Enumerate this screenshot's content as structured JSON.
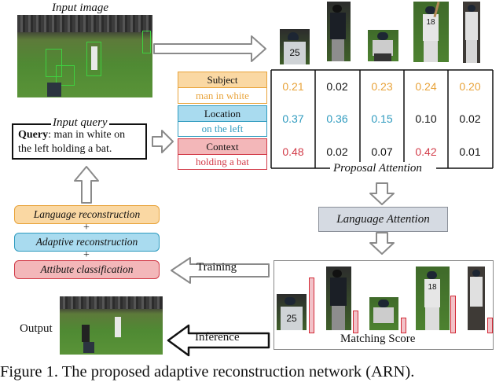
{
  "input_image": {
    "title": "Input image"
  },
  "input_query": {
    "title": "Input query",
    "prefix": "Query",
    "text": ": man in white on the left holding a bat."
  },
  "modules": {
    "subject": "Subject",
    "subject_phrase": "man in white",
    "location": "Location",
    "location_phrase": "on the left",
    "context": "Context",
    "context_phrase": "holding a bat"
  },
  "proposals": {
    "jersey_1": "25",
    "jersey_2": "18"
  },
  "attention_table": {
    "caption": "Proposal Attention",
    "rows": [
      [
        "0.21",
        "0.02",
        "0.23",
        "0.24",
        "0.20"
      ],
      [
        "0.37",
        "0.36",
        "0.15",
        "0.10",
        "0.02"
      ],
      [
        "0.48",
        "0.02",
        "0.07",
        "0.42",
        "0.01"
      ]
    ]
  },
  "language_attention": "Language Attention",
  "losses": {
    "language": "Language reconstruction",
    "plus1": "+",
    "adaptive": "Adaptive reconstruction",
    "plus2": "+",
    "attribute": "Attibute classification"
  },
  "arrows": {
    "training": "Training",
    "inference": "Inference"
  },
  "matching": {
    "caption": "Matching Score",
    "scores": [
      0.86,
      0.34,
      0.22,
      0.58,
      0.22
    ]
  },
  "output": {
    "label": "Output"
  },
  "caption": "Figure 1. The proposed adaptive reconstruction network (ARN).",
  "colors": {
    "subject": "#e8a33a",
    "subject_fill": "#fad8a3",
    "location": "#2f9bbf",
    "location_fill": "#a9dbef",
    "context": "#d23b48",
    "context_fill": "#f3b7b9",
    "lang_att_fill": "#d5dae2",
    "bar": "#d22a36"
  }
}
